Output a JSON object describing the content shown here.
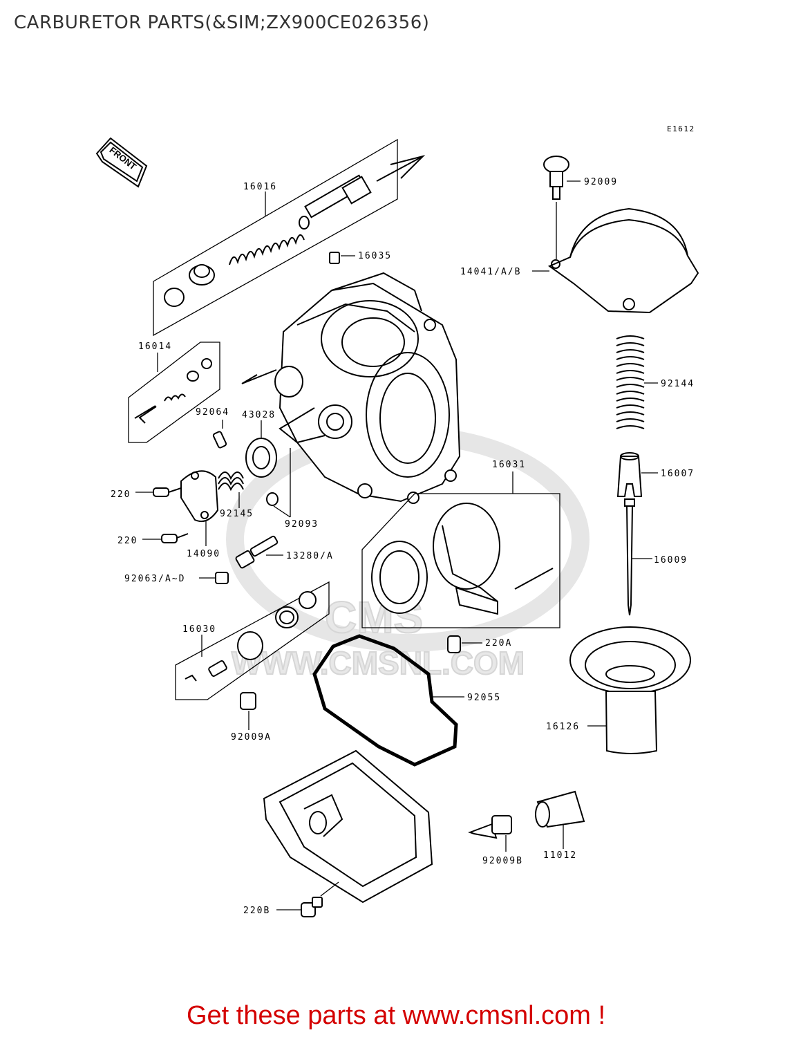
{
  "title": "CARBURETOR PARTS(&SIM;ZX900CE026356)",
  "diagram_code": "E1612",
  "front_indicator": "FRONT",
  "watermark": {
    "brand": "CMS",
    "url": "WWW.CMSNL.COM"
  },
  "callouts": {
    "c16016": "16016",
    "c16035": "16035",
    "c92009": "92009",
    "c14041": "14041/A/B",
    "c16014": "16014",
    "c92144": "92144",
    "c92064": "92064",
    "c43028": "43028",
    "c16007": "16007",
    "c16031": "16031",
    "c220a1": "220",
    "c92145": "92145",
    "c92093": "92093",
    "c16009": "16009",
    "c220a2": "220",
    "c14090": "14090",
    "c13280": "13280/A",
    "c92063": "92063/A~D",
    "c16030": "16030",
    "c220A": "220A",
    "c92055": "92055",
    "c16126": "16126",
    "c92009A": "92009A",
    "c92009B": "92009B",
    "c11012": "11012",
    "c220B": "220B"
  },
  "footer": {
    "cta": "Get these parts at www.cmsnl.com !"
  },
  "colors": {
    "cta": "#d40000",
    "title": "#333333",
    "ink": "#000000",
    "watermark": "#e8e8e8"
  }
}
